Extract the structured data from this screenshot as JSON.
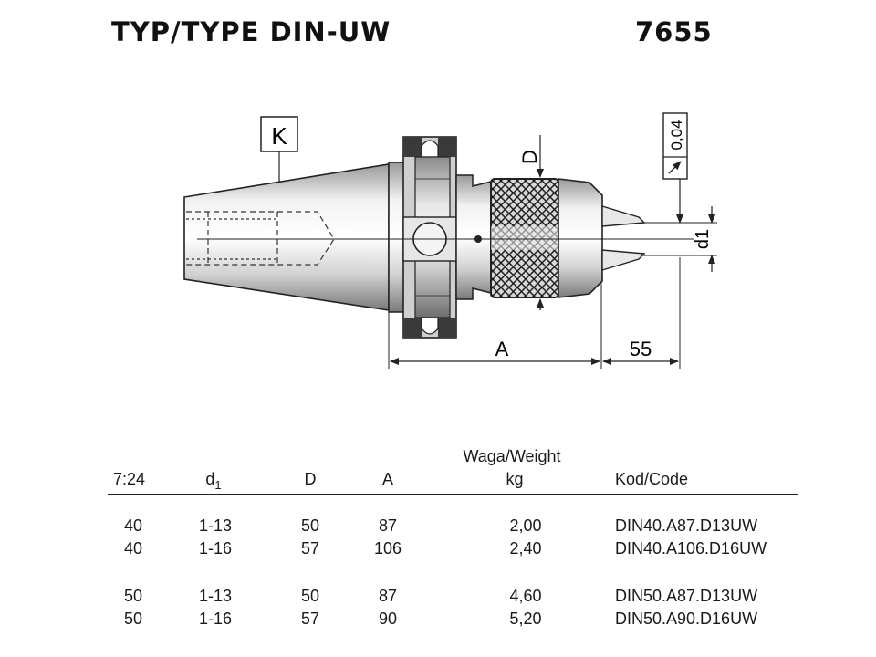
{
  "header": {
    "title": "TYP/TYPE  DIN-UW",
    "code": "7655"
  },
  "drawing": {
    "labels": {
      "k": "K",
      "d_upper": "D",
      "tolerance": "0,04",
      "d1": "d1",
      "a": "A",
      "length_55": "55"
    }
  },
  "table": {
    "headers": {
      "taper": "7:24",
      "d": "d",
      "d_sub": "1",
      "big_d": "D",
      "a": "A",
      "weight_line1": "Waga/Weight",
      "weight_line2": "kg",
      "code": "Kod/Code"
    },
    "groups": [
      {
        "rows": [
          {
            "taper": "40",
            "d1": "1-13",
            "D": "50",
            "A": "87",
            "kg": "2,00",
            "code": "DIN40.A87.D13UW"
          },
          {
            "taper": "40",
            "d1": "1-16",
            "D": "57",
            "A": "106",
            "kg": "2,40",
            "code": "DIN40.A106.D16UW"
          }
        ]
      },
      {
        "rows": [
          {
            "taper": "50",
            "d1": "1-13",
            "D": "50",
            "A": "87",
            "kg": "4,60",
            "code": "DIN50.A87.D13UW"
          },
          {
            "taper": "50",
            "d1": "1-16",
            "D": "57",
            "A": "90",
            "kg": "5,20",
            "code": "DIN50.A90.D16UW"
          }
        ]
      }
    ]
  }
}
